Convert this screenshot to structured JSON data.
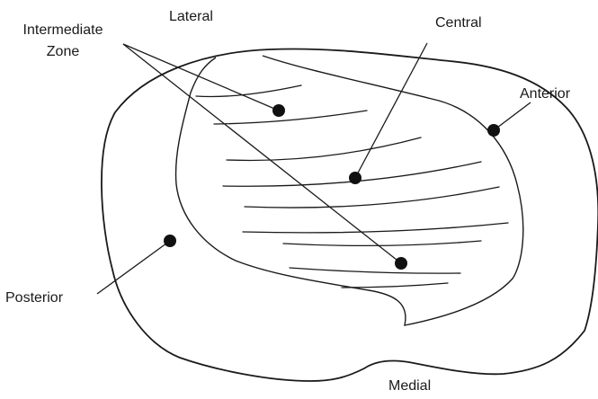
{
  "labels": {
    "lateral": "Lateral",
    "intermediate_line1": "Intermediate",
    "intermediate_line2": "Zone",
    "central": "Central",
    "anterior": "Anterior",
    "posterior": "Posterior",
    "medial": "Medial"
  },
  "colors": {
    "stroke": "#1a1a1a",
    "background": "#ffffff"
  }
}
